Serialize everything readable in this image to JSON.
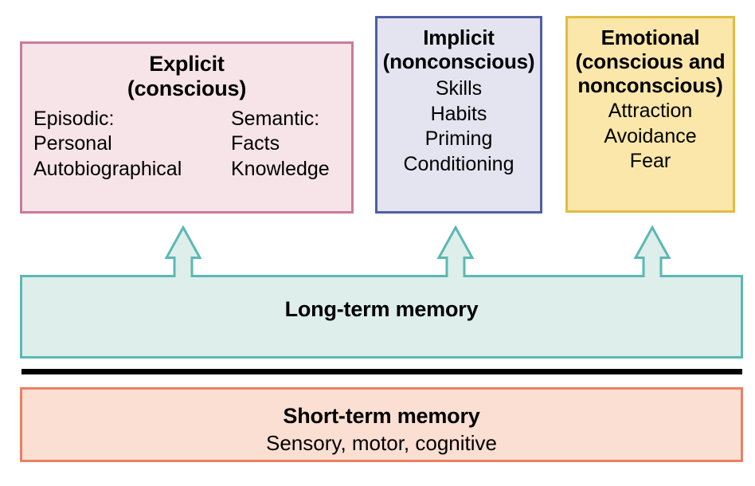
{
  "diagram": {
    "title": "Memory systems diagram",
    "colors": {
      "explicit_fill": "#f7e4e8",
      "explicit_border": "#c97b9b",
      "implicit_fill": "#e4e3f0",
      "implicit_border": "#4f5fa5",
      "emotional_fill": "#fbe7a9",
      "emotional_border": "#e0bc42",
      "ltm_fill": "#deeeea",
      "ltm_border": "#5bb8b4",
      "stm_fill": "#fbdfd2",
      "stm_border": "#ec7f63",
      "divider": "#000000",
      "text": "#000000"
    },
    "explicit": {
      "title_line1": "Explicit",
      "title_line2": "(conscious)",
      "left_column": [
        "Episodic:",
        "Personal",
        "Autobiographical"
      ],
      "right_column": [
        "Semantic:",
        "Facts",
        "Knowledge"
      ]
    },
    "implicit": {
      "title_line1": "Implicit",
      "title_line2": "(nonconscious)",
      "items": [
        "Skills",
        "Habits",
        "Priming",
        "Conditioning"
      ]
    },
    "emotional": {
      "title_line1": "Emotional",
      "title_line2": "(conscious and",
      "title_line3": "nonconscious)",
      "items": [
        "Attraction",
        "Avoidance",
        "Fear"
      ]
    },
    "long_term_memory": {
      "label": "Long-term memory",
      "arrow_count": 3
    },
    "short_term_memory": {
      "title": "Short-term memory",
      "subtitle": "Sensory, motor, cognitive"
    }
  }
}
